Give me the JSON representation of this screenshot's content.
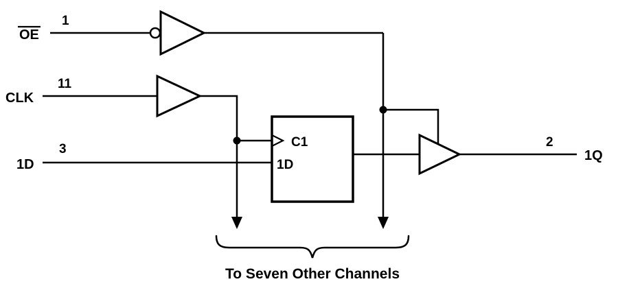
{
  "colors": {
    "line": "#000000",
    "background": "#ffffff"
  },
  "signals": {
    "oe": {
      "name": "OE",
      "pin": "1"
    },
    "clk": {
      "name": "CLK",
      "pin": "11"
    },
    "d": {
      "name": "1D",
      "pin": "3"
    }
  },
  "flipflop": {
    "clock_port": "C1",
    "data_port": "1D"
  },
  "output": {
    "pin": "2",
    "name": "1Q"
  },
  "caption": "To Seven Other Channels"
}
